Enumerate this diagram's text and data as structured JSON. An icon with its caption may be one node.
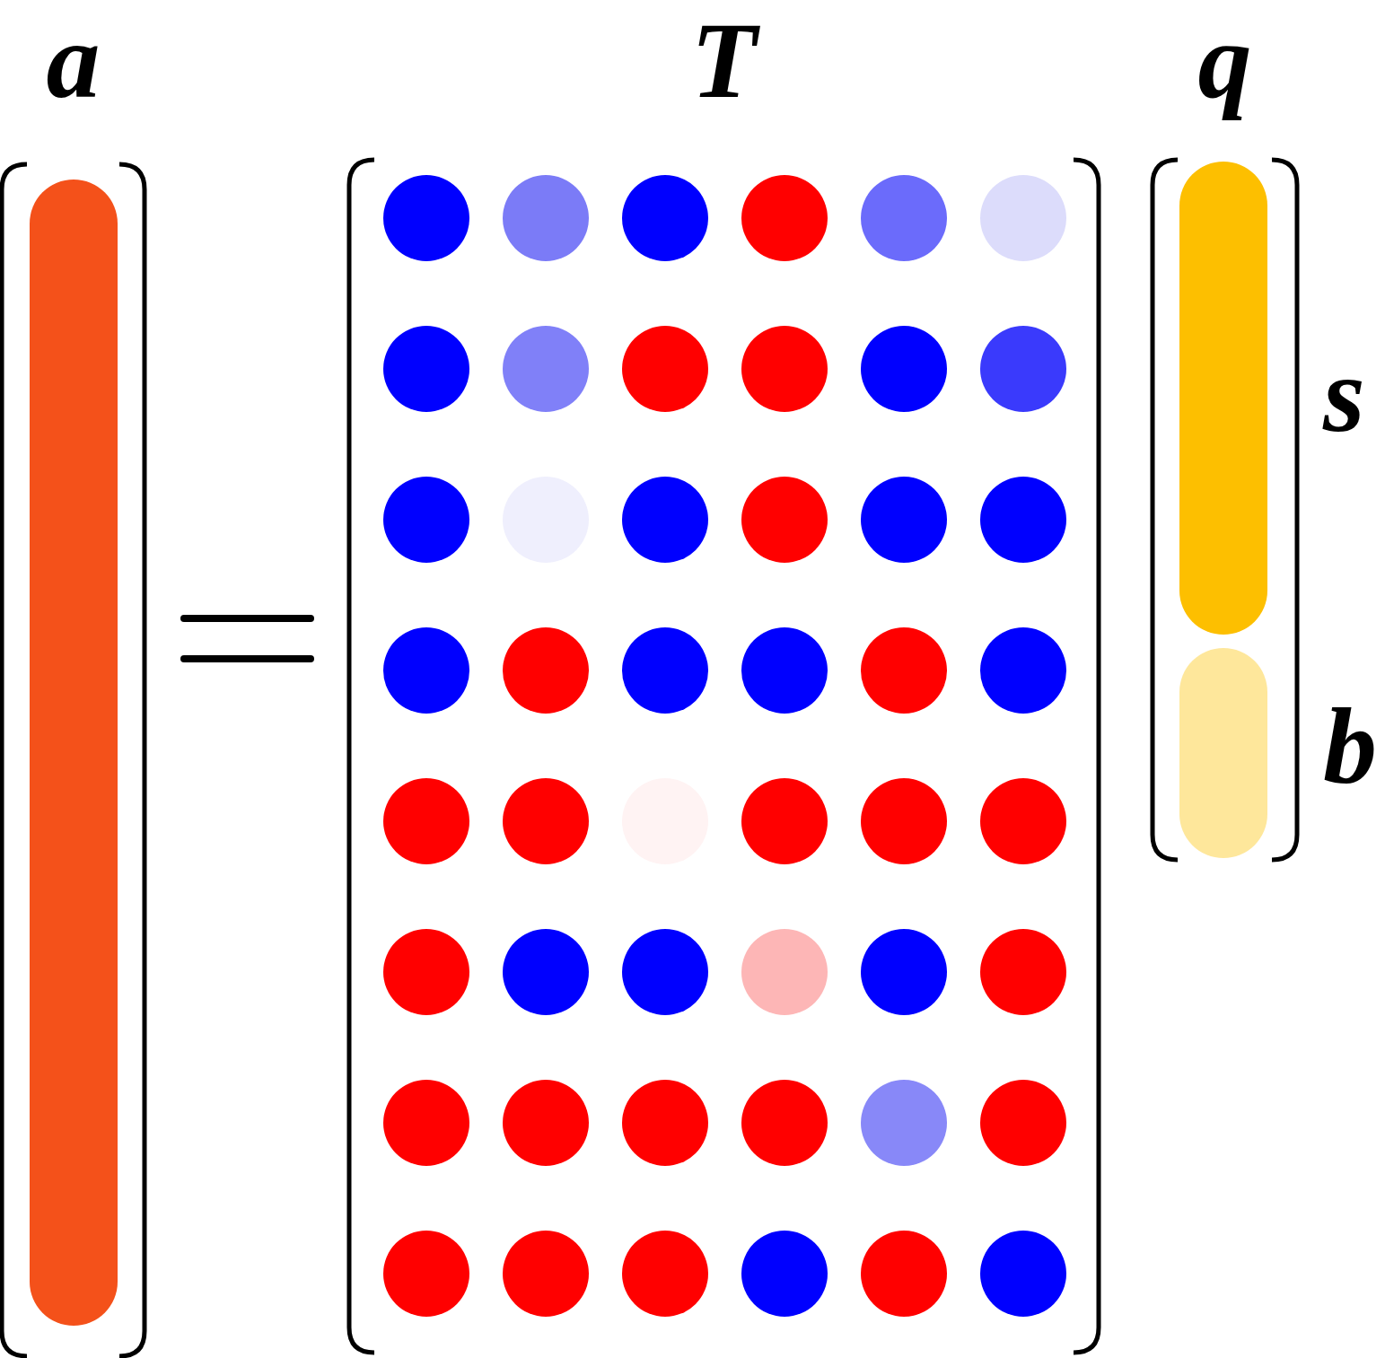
{
  "diagram": {
    "nodes": [
      {
        "text": [
          "a"
        ]
      },
      {
        "text": [
          "T"
        ]
      },
      {
        "text": [
          "q"
        ]
      },
      {
        "text": [],
        "shape": "bar",
        "in": 2,
        "beside": [
          "s"
        ]
      },
      {
        "text": [],
        "shape": "bar",
        "in": 2,
        "beside": [
          "b"
        ]
      }
    ]
  }
}
